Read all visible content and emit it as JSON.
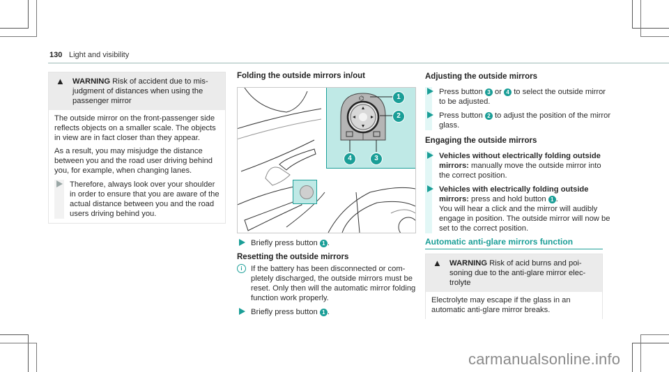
{
  "header": {
    "page_number": "130",
    "section": "Light and visibility"
  },
  "left_warning": {
    "label": "WARNING",
    "title": " Risk of accident due to mis­judgment of distances when using the passenger mirror",
    "paragraphs": [
      "The outside mirror on the front-passenger side reflects objects on a smaller scale. The objects in view are in fact closer than they appear.",
      "As a result, you may misjudge the distance between you and the road user driving behind you, for example, when changing lanes."
    ],
    "step": "Therefore, always look over your shoul­der in order to ensure that you are aware of the actual distance between you and the road users driving behind you."
  },
  "middle": {
    "heading": "Folding the outside mirrors in/out",
    "figure_callouts": [
      "1",
      "2",
      "3",
      "4"
    ],
    "step1_prefix": "Briefly press button ",
    "step1_num": "1",
    "step1_suffix": ".",
    "reset_heading": "Resetting the outside mirrors",
    "info_text": "If the battery has been disconnected or com­pletely discharged, the outside mirrors must be reset. Only then will the automatic mirror folding function work properly.",
    "step2_prefix": "Briefly press button ",
    "step2_num": "1",
    "step2_suffix": "."
  },
  "right": {
    "adjust_heading": "Adjusting the outside mirrors",
    "adjust_step1": {
      "a": "Press button ",
      "n1": "3",
      "b": " or ",
      "n2": "4",
      "c": " to select the outside mirror to be adjusted."
    },
    "adjust_step2": {
      "a": "Press button ",
      "n1": "2",
      "b": " to adjust the position of the mirror glass."
    },
    "engage_heading": "Engaging the outside mirrors",
    "engage_step1": {
      "bold": "Vehicles without electrically folding out­side mirrors:",
      "text": " manually move the outside mirror into the correct position."
    },
    "engage_step2": {
      "bold": "Vehicles with electrically folding outside mirrors:",
      "text": " press and hold button ",
      "n1": "1",
      "suffix": ".",
      "note": "You will hear a click and the mirror will audi­bly engage in position. The outside mirror will now be set to the correct position."
    },
    "antiglare_heading": "Automatic anti-glare mirrors function",
    "warning": {
      "label": "WARNING",
      "title": " Risk of acid burns and poi­soning due to the anti-glare mirror elec­trolyte",
      "body": "Electrolyte may escape if the glass in an automatic anti-glare mirror breaks."
    }
  },
  "watermark": "carmanualsonline.info",
  "colors": {
    "accent": "#1a9e97",
    "warning_bg": "#ebebeb",
    "figure_highlight": "#bfe9e6"
  }
}
